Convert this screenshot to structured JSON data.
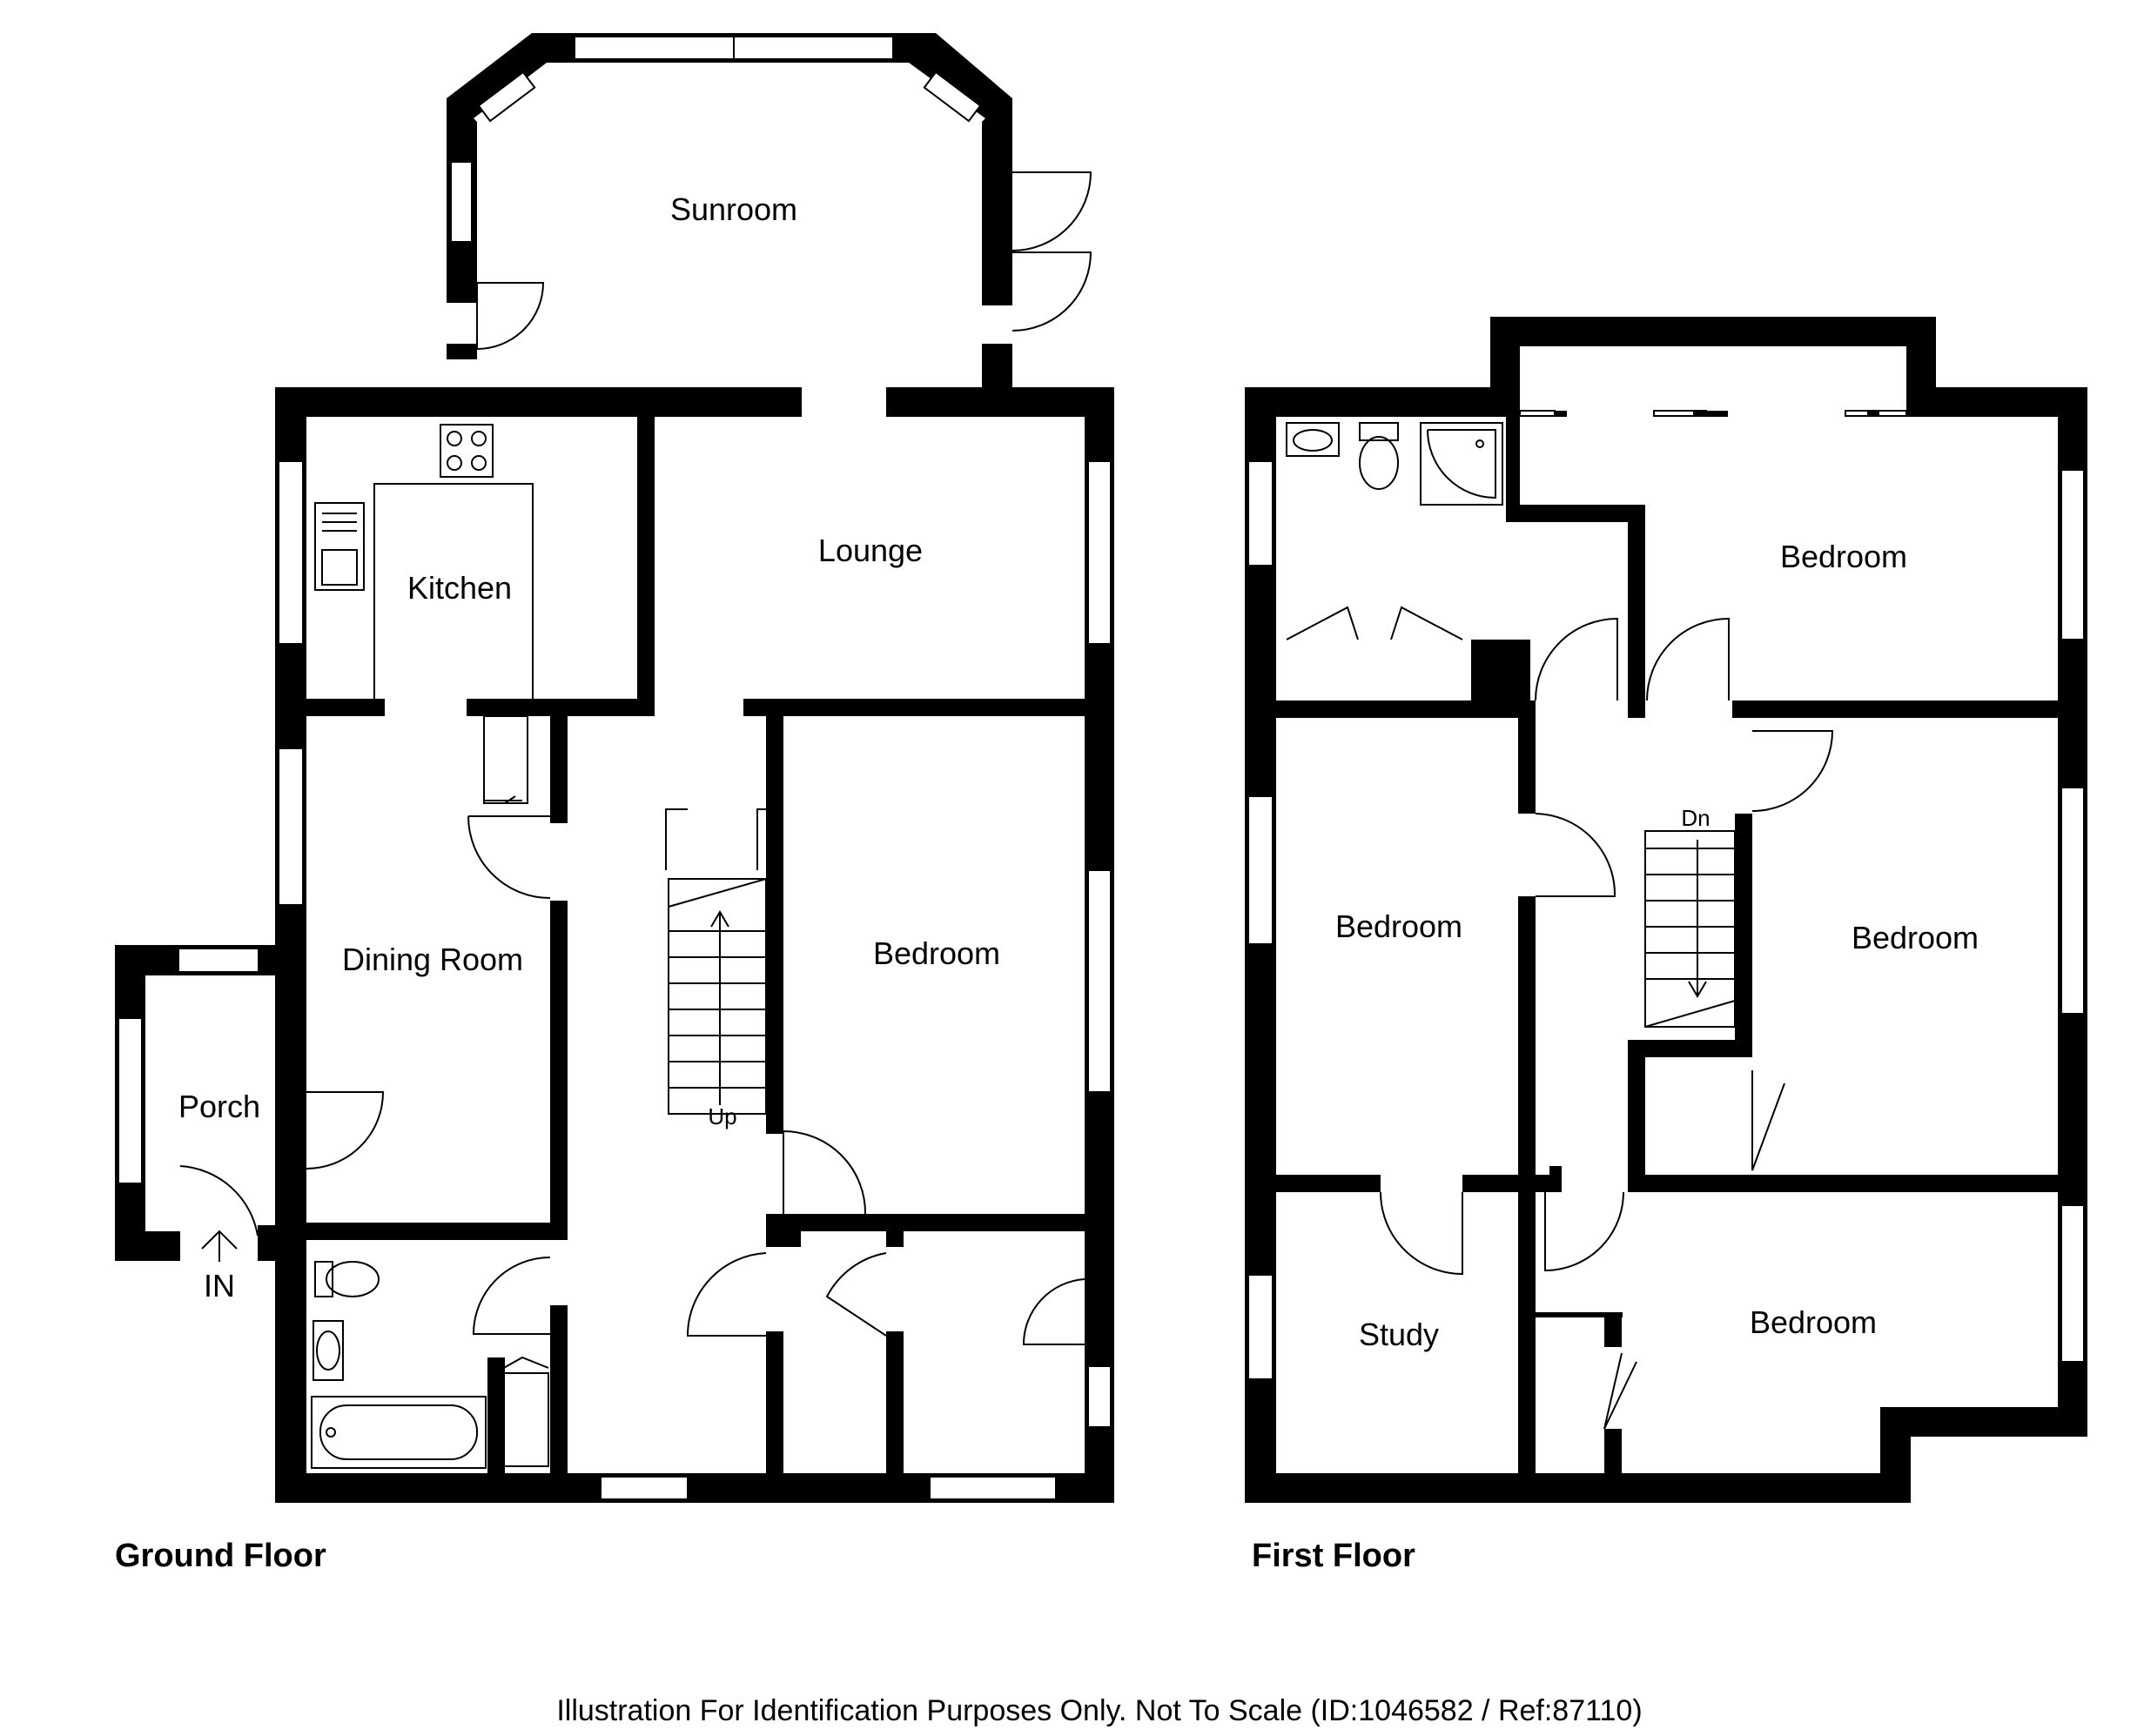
{
  "ground_floor": {
    "title": "Ground Floor",
    "rooms": {
      "sunroom": "Sunroom",
      "lounge": "Lounge",
      "kitchen": "Kitchen",
      "dining_room": "Dining Room",
      "bedroom": "Bedroom",
      "porch": "Porch"
    },
    "stairs_label": "Up",
    "entrance_label": "IN"
  },
  "first_floor": {
    "title": "First Floor",
    "rooms": {
      "bedroom_top_right": "Bedroom",
      "bedroom_left": "Bedroom",
      "bedroom_right": "Bedroom",
      "bedroom_bottom": "Bedroom",
      "study": "Study"
    },
    "stairs_label": "Dn"
  },
  "footer": {
    "disclaimer": "Illustration For Identification Purposes Only. Not To Scale (ID:1046582 / Ref:87110)"
  }
}
